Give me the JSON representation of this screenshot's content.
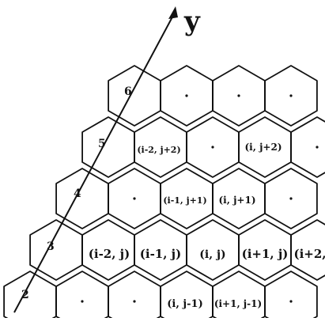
{
  "diagram": {
    "axis_label": "y",
    "row_labels": [
      "2",
      "3",
      "4",
      "5",
      "6"
    ],
    "cell_labels": [
      {
        "id": "c-im2-jp2",
        "text": "(i-2, j+2)"
      },
      {
        "id": "c-i-jp2",
        "text": "(i, j+2)"
      },
      {
        "id": "c-im1-jp1",
        "text": "(i-1, j+1)"
      },
      {
        "id": "c-i-jp1",
        "text": "(i, j+1)"
      },
      {
        "id": "c-im2-j",
        "text": "(i-2, j)"
      },
      {
        "id": "c-im1-j",
        "text": "(i-1, j)"
      },
      {
        "id": "c-i-j",
        "text": "(i, j)"
      },
      {
        "id": "c-ip1-j",
        "text": "(i+1, j)"
      },
      {
        "id": "c-ip2-j",
        "text": "(i+2,"
      },
      {
        "id": "c-i-jm1",
        "text": "(i, j-1)"
      },
      {
        "id": "c-ip1-jm1",
        "text": "(i+1, j-1)"
      }
    ]
  },
  "colors": {
    "ink": "#111111",
    "background": "#ffffff"
  }
}
